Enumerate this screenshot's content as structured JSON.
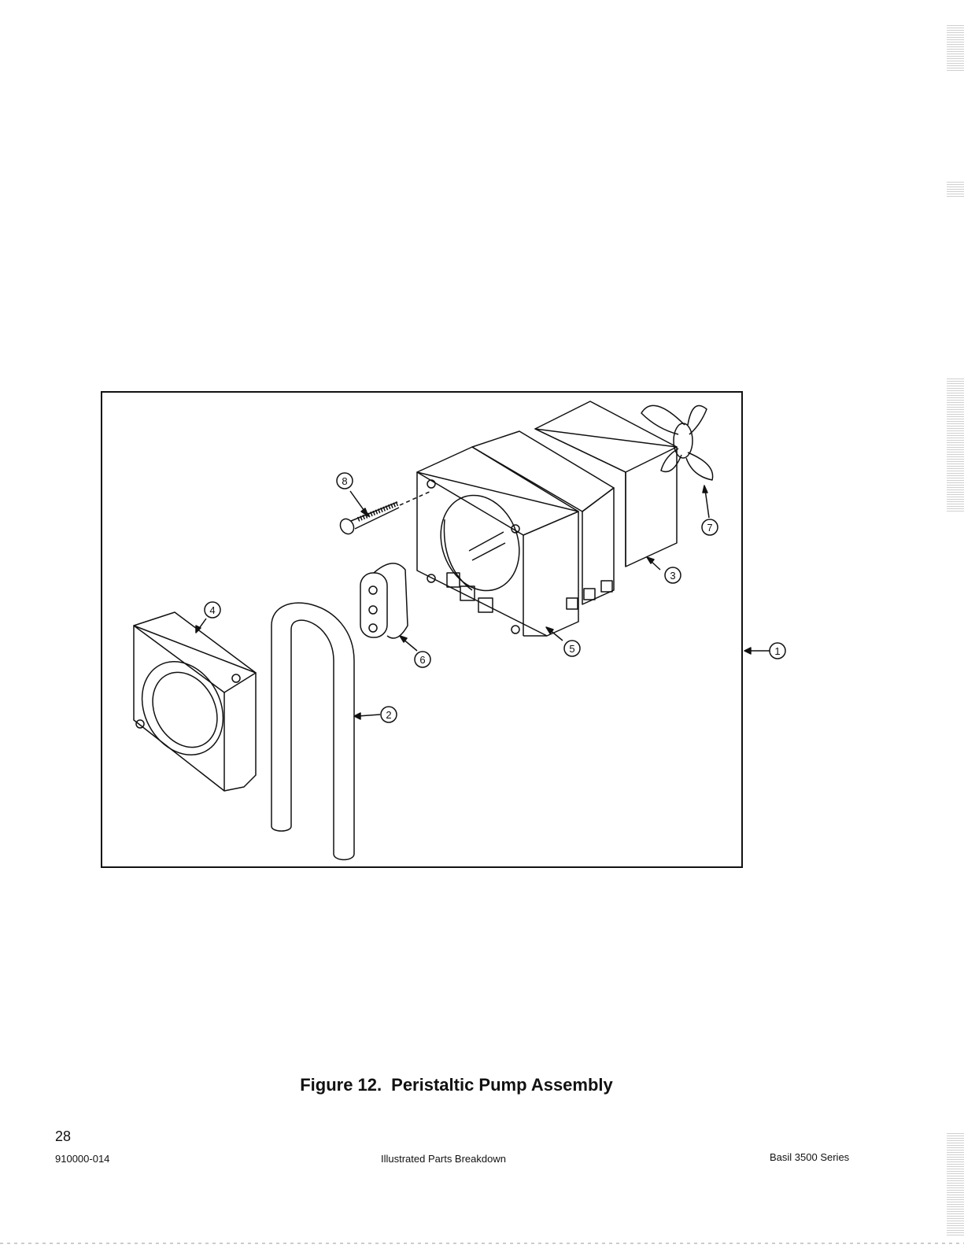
{
  "figure": {
    "number": "Figure 12.",
    "title": "Peristaltic Pump Assembly",
    "callouts": [
      "1",
      "2",
      "3",
      "4",
      "5",
      "6",
      "7",
      "8"
    ]
  },
  "footer": {
    "page_number": "28",
    "doc_number": "910000-014",
    "section": "Illustrated Parts Breakdown",
    "product": "Basil 3500 Series"
  }
}
